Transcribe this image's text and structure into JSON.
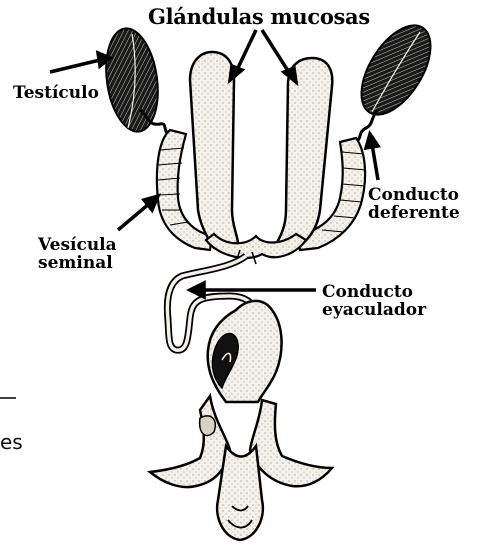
{
  "labels": {
    "title": "Glándulas mucosas",
    "testiculo": "Testículo",
    "conducto_deferente": [
      "Conducto",
      "deferente"
    ],
    "vesicula_seminal": [
      "Vesícula",
      "seminal"
    ],
    "conducto_eyaculador": [
      "Conducto",
      "eyaculador"
    ],
    "fragment_left": "es"
  },
  "colors": {
    "ink": "#000000",
    "tissue": "#f4f1ea",
    "shade": "#c9c3b5",
    "background": "#ffffff"
  }
}
